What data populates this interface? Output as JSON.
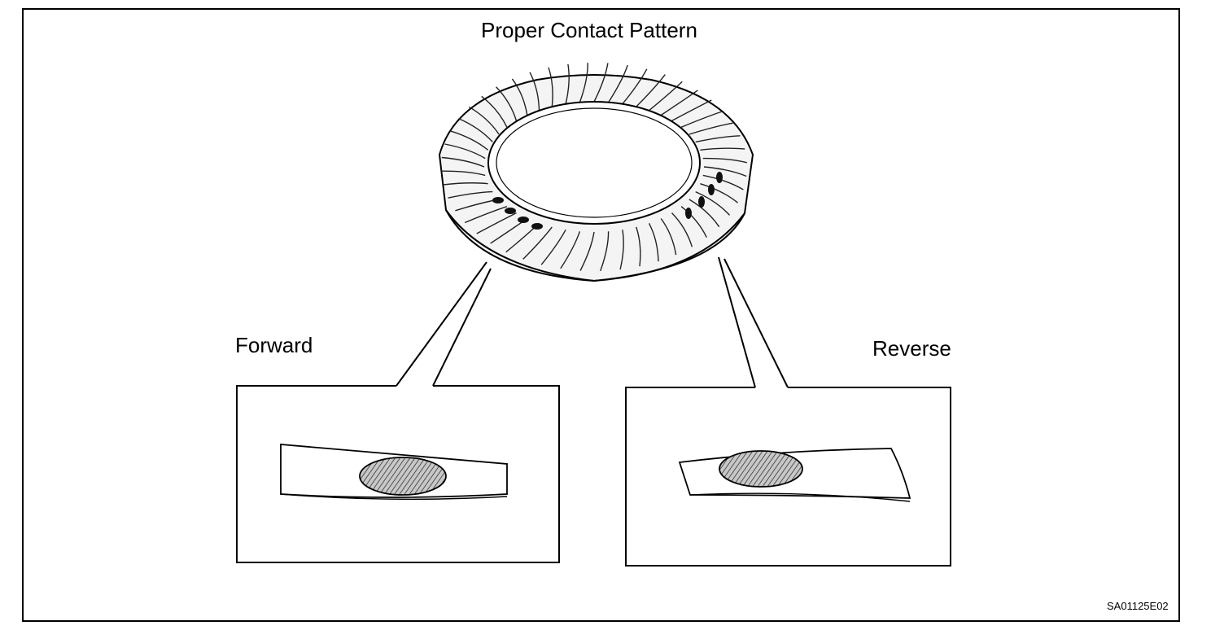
{
  "diagram": {
    "title": "Proper Contact Pattern",
    "labels": {
      "forward": "Forward",
      "reverse": "Reverse"
    },
    "figure_code": "SA01125E02"
  }
}
